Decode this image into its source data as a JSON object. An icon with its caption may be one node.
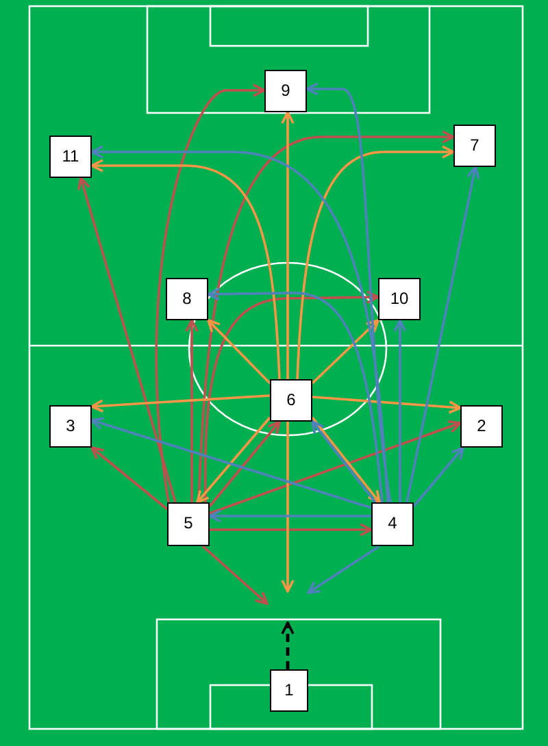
{
  "diagram": {
    "nodes": [
      {
        "text": [
          "9"
        ]
      },
      {
        "text": [
          "11"
        ]
      },
      {
        "text": [
          "7"
        ]
      },
      {
        "text": [
          "8"
        ]
      },
      {
        "text": [
          "10"
        ]
      },
      {
        "text": [
          "6"
        ]
      },
      {
        "text": [
          "3"
        ]
      },
      {
        "text": [
          "2"
        ]
      },
      {
        "text": [
          "5"
        ]
      },
      {
        "text": [
          "4"
        ]
      },
      {
        "text": [
          "1"
        ]
      }
    ],
    "edges": [
      {
        "from": 8,
        "to": 1,
        "arrow": "to",
        "color": "#c0504d"
      },
      {
        "from": 8,
        "to": 6,
        "arrow": "to",
        "color": "#c0504d"
      },
      {
        "from": 8,
        "to": 0,
        "arrow": "to",
        "color": "#c0504d"
      },
      {
        "from": 8,
        "to": 3,
        "arrow": "to",
        "color": "#c0504d"
      },
      {
        "from": 8,
        "to": 2,
        "arrow": "to",
        "color": "#c0504d"
      },
      {
        "from": 8,
        "to": 4,
        "arrow": "to",
        "color": "#c0504d"
      },
      {
        "from": 8,
        "to": 5,
        "arrow": "to",
        "color": "#c0504d"
      },
      {
        "from": 8,
        "to": 7,
        "arrow": "to",
        "color": "#c0504d"
      },
      {
        "from": 8,
        "to": 9,
        "arrow": "to",
        "color": "#c0504d"
      },
      {
        "from": 8,
        "to": null,
        "arrow": "to",
        "color": "#c0504d"
      },
      {
        "from": 5,
        "to": 0,
        "arrow": "to",
        "color": "#f79646"
      },
      {
        "from": 5,
        "to": 1,
        "arrow": "to",
        "color": "#f79646"
      },
      {
        "from": 5,
        "to": 2,
        "arrow": "to",
        "color": "#f79646"
      },
      {
        "from": 5,
        "to": 3,
        "arrow": "to",
        "color": "#f79646"
      },
      {
        "from": 5,
        "to": 4,
        "arrow": "to",
        "color": "#f79646"
      },
      {
        "from": 5,
        "to": 6,
        "arrow": "to",
        "color": "#f79646"
      },
      {
        "from": 5,
        "to": 7,
        "arrow": "to",
        "color": "#f79646"
      },
      {
        "from": 5,
        "to": 8,
        "arrow": "to",
        "color": "#f79646"
      },
      {
        "from": 5,
        "to": 9,
        "arrow": "to",
        "color": "#f79646"
      },
      {
        "from": 5,
        "to": null,
        "arrow": "to",
        "color": "#f79646"
      },
      {
        "from": 9,
        "to": 0,
        "arrow": "to",
        "color": "#4f81bd"
      },
      {
        "from": 9,
        "to": 1,
        "arrow": "to",
        "color": "#4f81bd"
      },
      {
        "from": 9,
        "to": 3,
        "arrow": "to",
        "color": "#4f81bd"
      },
      {
        "from": 9,
        "to": 4,
        "arrow": "to",
        "color": "#4f81bd"
      },
      {
        "from": 9,
        "to": 2,
        "arrow": "to",
        "color": "#4f81bd"
      },
      {
        "from": 9,
        "to": 6,
        "arrow": "to",
        "color": "#4f81bd"
      },
      {
        "from": 9,
        "to": 5,
        "arrow": "to",
        "color": "#4f81bd"
      },
      {
        "from": 9,
        "to": 7,
        "arrow": "to",
        "color": "#4f81bd"
      },
      {
        "from": 9,
        "to": 8,
        "arrow": "to",
        "color": "#4f81bd"
      },
      {
        "from": 9,
        "to": null,
        "arrow": "to",
        "color": "#4f81bd"
      },
      {
        "from": 10,
        "to": null,
        "arrow": "to",
        "style": "dashed",
        "color": "#000000"
      }
    ]
  }
}
